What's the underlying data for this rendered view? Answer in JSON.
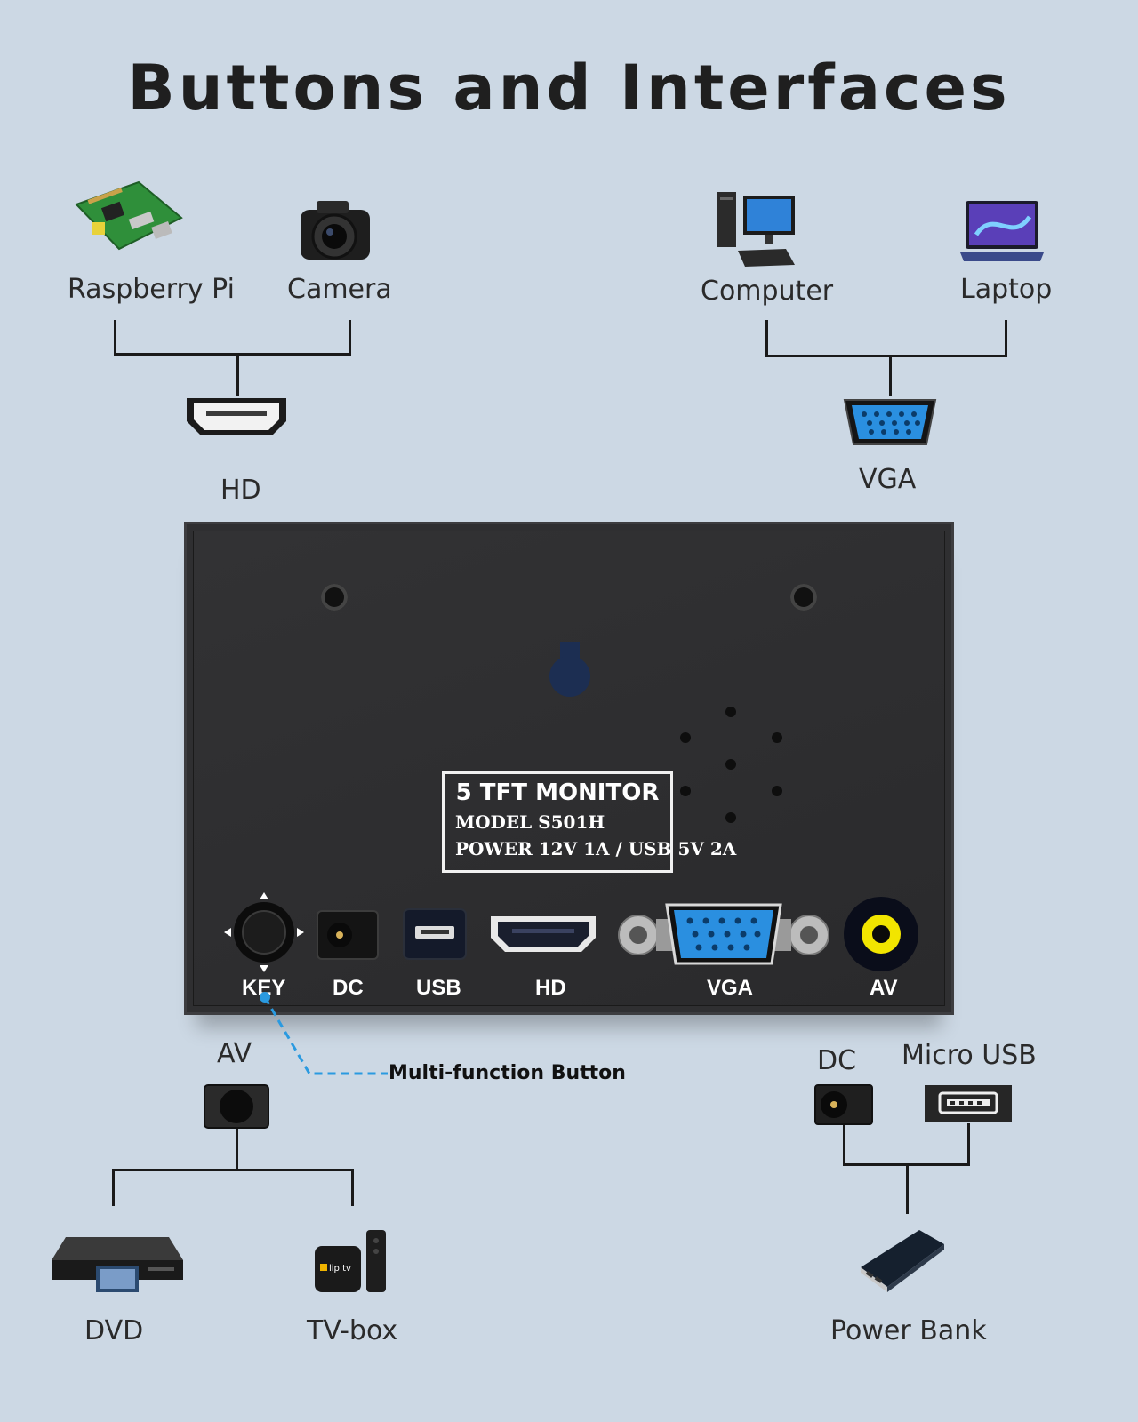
{
  "title": "Buttons and Interfaces",
  "devices": {
    "raspberry_pi": "Raspberry Pi",
    "camera": "Camera",
    "computer": "Computer",
    "laptop": "Laptop",
    "dvd": "DVD",
    "tv_box": "TV-box",
    "power_bank": "Power Bank"
  },
  "connectors": {
    "hd": "HD",
    "vga": "VGA",
    "av": "AV",
    "dc": "DC",
    "micro_usb": "Micro USB"
  },
  "plate": {
    "line1": "5  TFT MONITOR",
    "line2": "MODEL  S501H",
    "line3": "POWER  12V 1A / USB 5V 2A"
  },
  "ports": {
    "key": "KEY",
    "dc": "DC",
    "usb": "USB",
    "hd": "HD",
    "vga": "VGA",
    "av": "AV"
  },
  "callout": "Multi-function Button",
  "tvbox_brand": "lip tv",
  "colors": {
    "background": "#ccd8e4",
    "vga_blue": "#2a8fe0",
    "callout_blue": "#2a9ae0",
    "av_yellow": "#f2e500"
  }
}
